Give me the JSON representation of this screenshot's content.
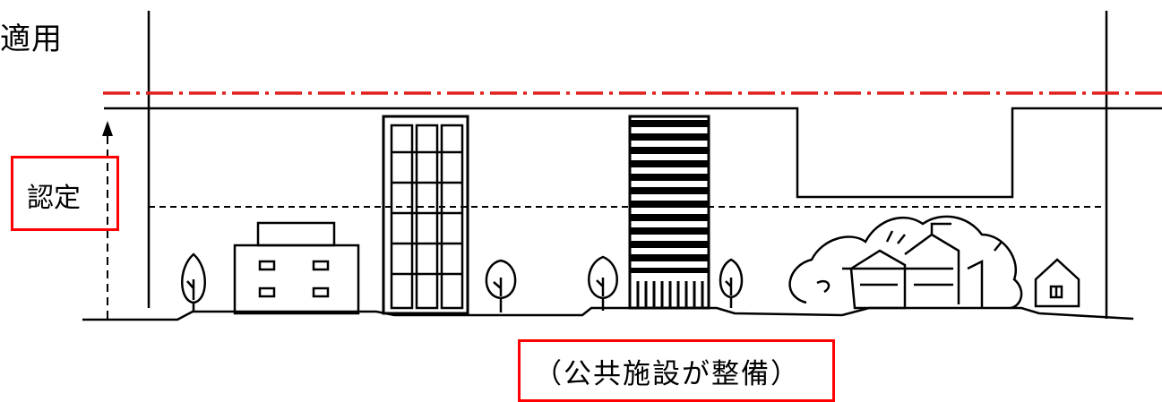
{
  "labels": {
    "top": "適用",
    "left": "認定",
    "bottom": "（公共施設が整備）"
  },
  "colors": {
    "line": "#000000",
    "highlight": "#ff0000"
  }
}
